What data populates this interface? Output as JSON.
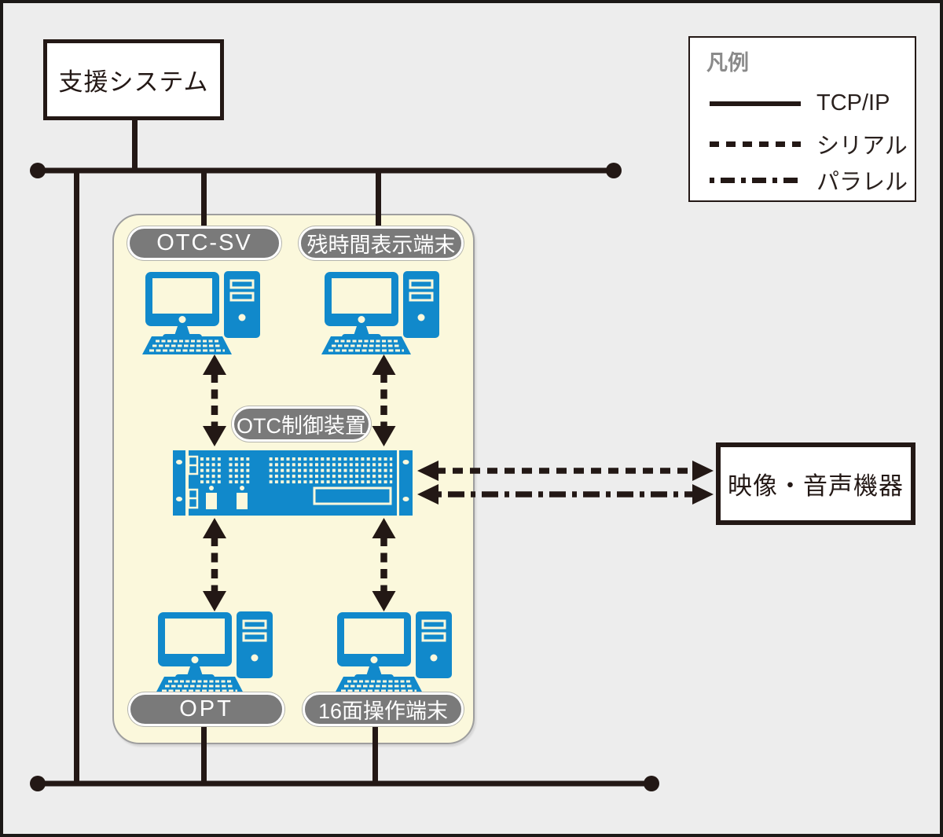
{
  "nodes": {
    "support_system": "支援システム",
    "otc_sv": "OTC-SV",
    "remaining_time_display_terminal": "残時間表示端末",
    "otc_control_unit": "OTC制御装置",
    "opt": "OPT",
    "screen16_operation_terminal": "16面操作端末",
    "video_audio_equipment": "映像・音声機器"
  },
  "legend": {
    "title": "凡例",
    "items": [
      {
        "label": "TCP/IP",
        "line_style": "solid"
      },
      {
        "label": "シリアル",
        "line_style": "dashed"
      },
      {
        "label": "パラレル",
        "line_style": "dash-dot"
      }
    ]
  },
  "colors": {
    "background": "#EDEDED",
    "line_black": "#231815",
    "device_blue": "#1189CB",
    "panel_cream": "#FBF8DC",
    "pill_gray": "#7A7A7A",
    "legend_title_gray": "#8A8A8A"
  }
}
